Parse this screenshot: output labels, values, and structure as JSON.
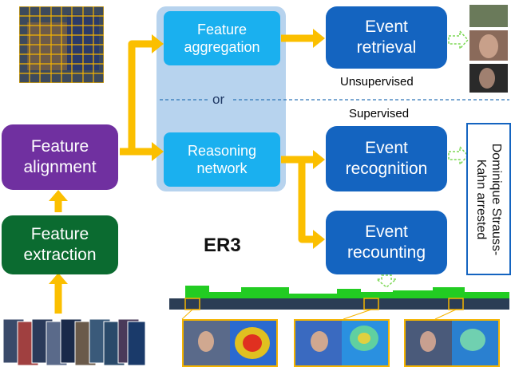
{
  "nodes": {
    "feature_alignment": "Feature\nalignment",
    "feature_extraction": "Feature\nextraction",
    "feature_aggregation": "Feature\naggregation",
    "reasoning_network": "Reasoning\nnetwork",
    "event_retrieval": "Event\nretrieval",
    "event_recognition": "Event\nrecognition",
    "event_recounting": "Event\nrecounting"
  },
  "labels": {
    "or": "or",
    "unsupervised": "Unsupervised",
    "supervised": "Supervised",
    "er3": "ER3",
    "result": "Dominique Strauss-\nKahn arrested"
  },
  "colors": {
    "arrow": "#fbbf00",
    "purple": "#7030a0",
    "green": "#0b6b30",
    "cyan": "#1ab0ef",
    "blue": "#1464c0",
    "panel": "#b7d3ee",
    "timeline_green": "#22cc22"
  }
}
